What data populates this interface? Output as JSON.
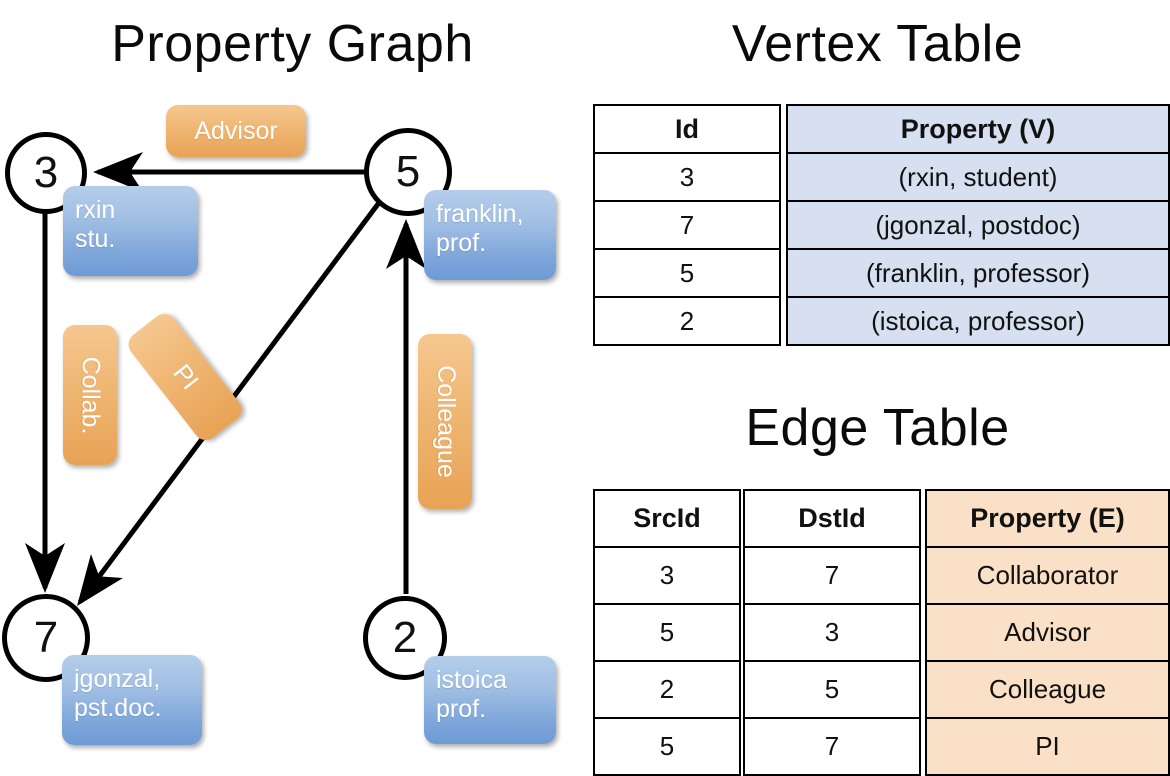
{
  "titles": {
    "property_graph": "Property Graph",
    "vertex_table": "Vertex Table",
    "edge_table": "Edge Table"
  },
  "colors": {
    "vertex_fill": "#d6e0f1",
    "edge_fill": "#fae0c6",
    "property_box_blue": "#7ea6da",
    "edge_label_orange": "#efb673",
    "stroke": "#000000",
    "background": "#ffffff"
  },
  "graph": {
    "nodes": [
      {
        "id": "3",
        "label": "3",
        "property_lines": [
          "rxin",
          "stu."
        ]
      },
      {
        "id": "5",
        "label": "5",
        "property_lines": [
          "franklin,",
          "prof."
        ]
      },
      {
        "id": "7",
        "label": "7",
        "property_lines": [
          "jgonzal,",
          "pst.doc."
        ]
      },
      {
        "id": "2",
        "label": "2",
        "property_lines": [
          "istoica",
          "prof."
        ]
      }
    ],
    "edges": [
      {
        "src": "5",
        "dst": "3",
        "label": "Advisor"
      },
      {
        "src": "3",
        "dst": "7",
        "label": "Collab."
      },
      {
        "src": "5",
        "dst": "7",
        "label": "PI"
      },
      {
        "src": "2",
        "dst": "5",
        "label": "Colleague"
      }
    ]
  },
  "vertex_table": {
    "headers": [
      "Id",
      "Property (V)"
    ],
    "rows": [
      {
        "id": "3",
        "property": "(rxin, student)"
      },
      {
        "id": "7",
        "property": "(jgonzal, postdoc)"
      },
      {
        "id": "5",
        "property": "(franklin, professor)"
      },
      {
        "id": "2",
        "property": "(istoica, professor)"
      }
    ]
  },
  "edge_table": {
    "headers": [
      "SrcId",
      "DstId",
      "Property (E)"
    ],
    "rows": [
      {
        "src": "3",
        "dst": "7",
        "property": "Collaborator"
      },
      {
        "src": "5",
        "dst": "3",
        "property": "Advisor"
      },
      {
        "src": "2",
        "dst": "5",
        "property": "Colleague"
      },
      {
        "src": "5",
        "dst": "7",
        "property": "PI"
      }
    ]
  }
}
